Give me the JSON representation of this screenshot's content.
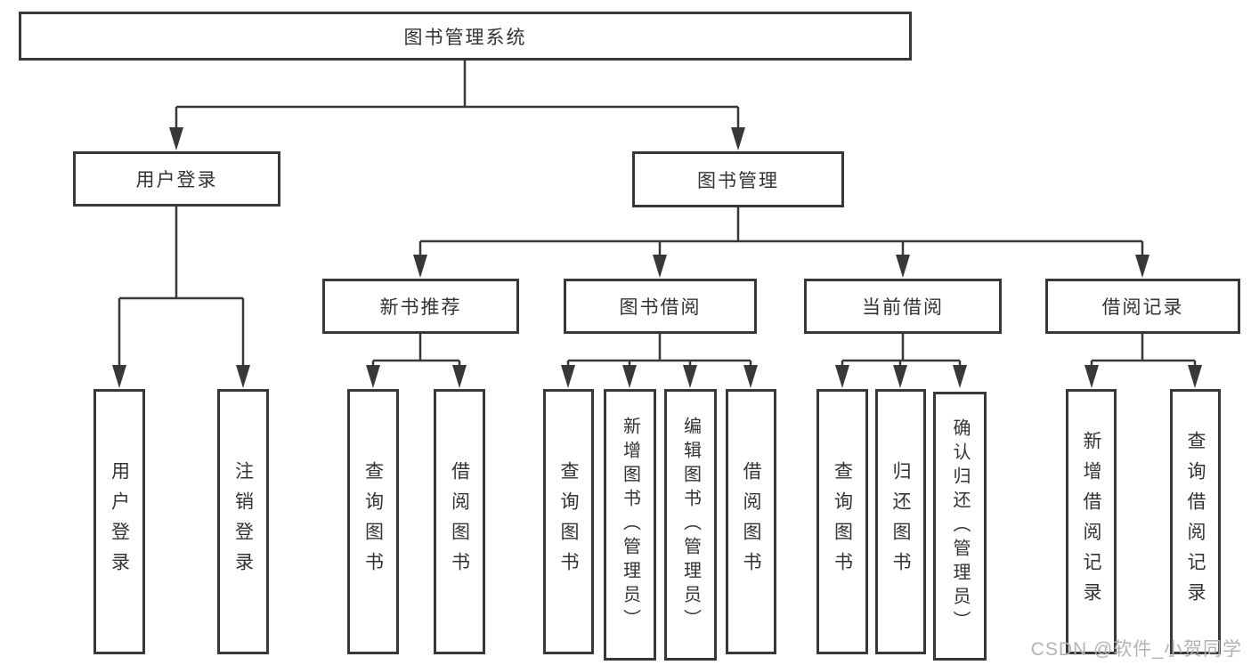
{
  "diagram": {
    "nodes": {
      "root": "图书管理系统",
      "user_login": "用户登录",
      "book_mgmt": "图书管理",
      "user_login_leaf": "用户登录",
      "logout_leaf": "注销登录",
      "new_book_rec": "新书推荐",
      "book_borrow": "图书借阅",
      "current_borrow": "当前借阅",
      "borrow_records": "借阅记录",
      "nbr_query_books": "查询图书",
      "nbr_borrow_books": "借阅图书",
      "bb_query_books": "查询图书",
      "bb_add_books": "新增图书（管理员）",
      "bb_edit_books": "编辑图书（管理员）",
      "bb_borrow_books": "借阅图书",
      "cb_query_books": "查询图书",
      "cb_return_books": "归还图书",
      "cb_confirm_return": "确认归还（管理员）",
      "br_add_record": "新增借阅记录",
      "br_query_record": "查询借阅记录"
    },
    "hierarchy": [
      {
        "parent": "图书管理系统",
        "children": [
          "用户登录",
          "图书管理"
        ]
      },
      {
        "parent": "用户登录",
        "children": [
          "用户登录",
          "注销登录"
        ]
      },
      {
        "parent": "图书管理",
        "children": [
          "新书推荐",
          "图书借阅",
          "当前借阅",
          "借阅记录"
        ]
      },
      {
        "parent": "新书推荐",
        "children": [
          "查询图书",
          "借阅图书"
        ]
      },
      {
        "parent": "图书借阅",
        "children": [
          "查询图书",
          "新增图书（管理员）",
          "编辑图书（管理员）",
          "借阅图书"
        ]
      },
      {
        "parent": "当前借阅",
        "children": [
          "查询图书",
          "归还图书",
          "确认归还（管理员）"
        ]
      },
      {
        "parent": "借阅记录",
        "children": [
          "新增借阅记录",
          "查询借阅记录"
        ]
      }
    ]
  },
  "watermark": "CSDN @软件_小贺同学",
  "colors": {
    "line": "#383838",
    "text": "#333333",
    "background": "#ffffff",
    "watermark": "#b3b3b3"
  }
}
